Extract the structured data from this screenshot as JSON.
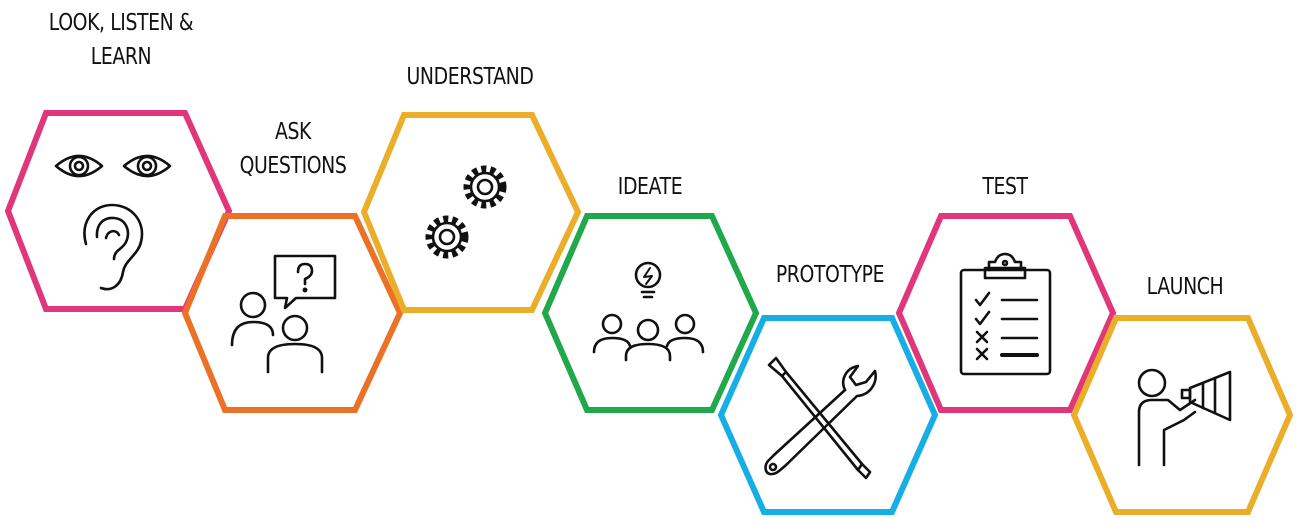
{
  "steps": [
    {
      "label": "LOOK, LISTEN &\nLEARN",
      "color": "#e0367a",
      "icon": "eyes-ear-icon"
    },
    {
      "label": "ASK\nQUESTIONS",
      "color": "#ea7125",
      "icon": "people-question-icon"
    },
    {
      "label": "UNDERSTAND",
      "color": "#ebae2a",
      "icon": "gears-icon"
    },
    {
      "label": "IDEATE",
      "color": "#20a84a",
      "icon": "team-lightbulb-icon"
    },
    {
      "label": "PROTOTYPE",
      "color": "#16aee4",
      "icon": "tools-icon"
    },
    {
      "label": "TEST",
      "color": "#e0367a",
      "icon": "clipboard-checklist-icon"
    },
    {
      "label": "LAUNCH",
      "color": "#ebae2a",
      "icon": "megaphone-person-icon"
    }
  ]
}
